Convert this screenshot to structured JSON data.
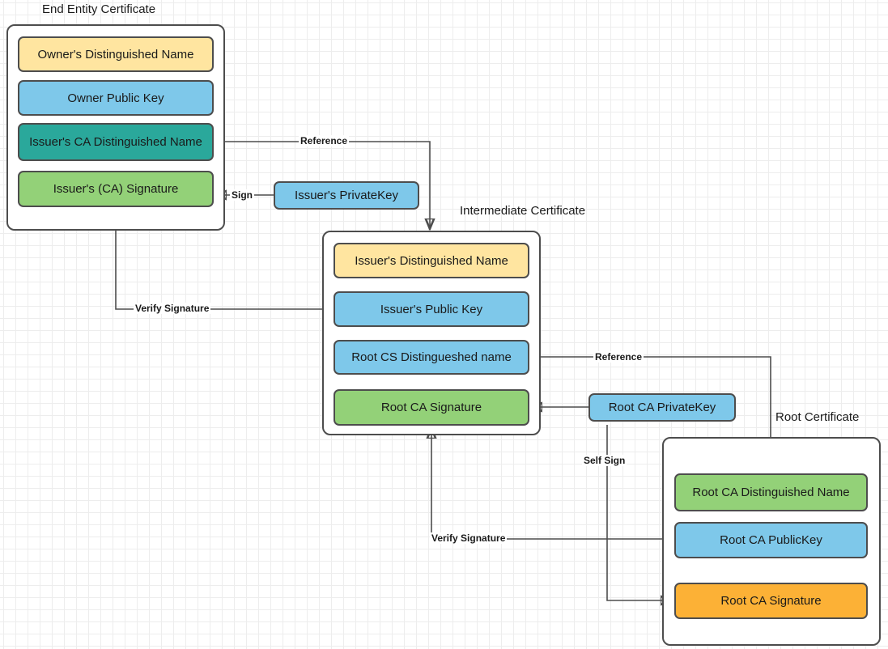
{
  "diagram": {
    "title_hidden": "X.509 Certificate Chain of Trust",
    "colors": {
      "yellow": "#ffe5a0",
      "blue": "#7ec8ea",
      "teal": "#2aa89b",
      "green": "#93d178",
      "orange": "#fcb136",
      "border": "#4d4d4d",
      "background": "#ffffff",
      "grid_minor": "#ededed",
      "grid_major": "#d4d4d4"
    }
  },
  "end_entity": {
    "title": "End Entity Certificate",
    "fields": [
      {
        "label": "Owner's Distinguished Name",
        "color": "#ffe5a0"
      },
      {
        "label": "Owner Public  Key",
        "color": "#7ec8ea"
      },
      {
        "label": "Issuer's CA Distinguished Name",
        "color": "#2aa89b"
      },
      {
        "label": "Issuer's (CA) Signature",
        "color": "#93d178"
      }
    ]
  },
  "intermediate": {
    "title": "Intermediate Certificate",
    "fields": [
      {
        "label": "Issuer's Distinguished Name",
        "color": "#ffe5a0"
      },
      {
        "label": "Issuer's Public  Key",
        "color": "#7ec8ea"
      },
      {
        "label": "Root CS Distingueshed name",
        "color": "#7ec8ea"
      },
      {
        "label": "Root CA Signature",
        "color": "#93d178"
      }
    ]
  },
  "root": {
    "title": "Root Certificate",
    "fields": [
      {
        "label": "Root CA Distinguished Name",
        "color": "#93d178"
      },
      {
        "label": "Root CA PublicKey",
        "color": "#7ec8ea"
      },
      {
        "label": "Root CA Signature",
        "color": "#fcb136"
      }
    ]
  },
  "keys": {
    "issuer_private": "Issuer's PrivateKey",
    "root_private": "Root CA PrivateKey"
  },
  "edges": {
    "reference_top": "Reference",
    "sign_top": "Sign",
    "verify_top": "Verify Signature",
    "reference_bottom": "Reference",
    "self_sign": "Self Sign",
    "verify_bottom": "Verify Signature"
  }
}
